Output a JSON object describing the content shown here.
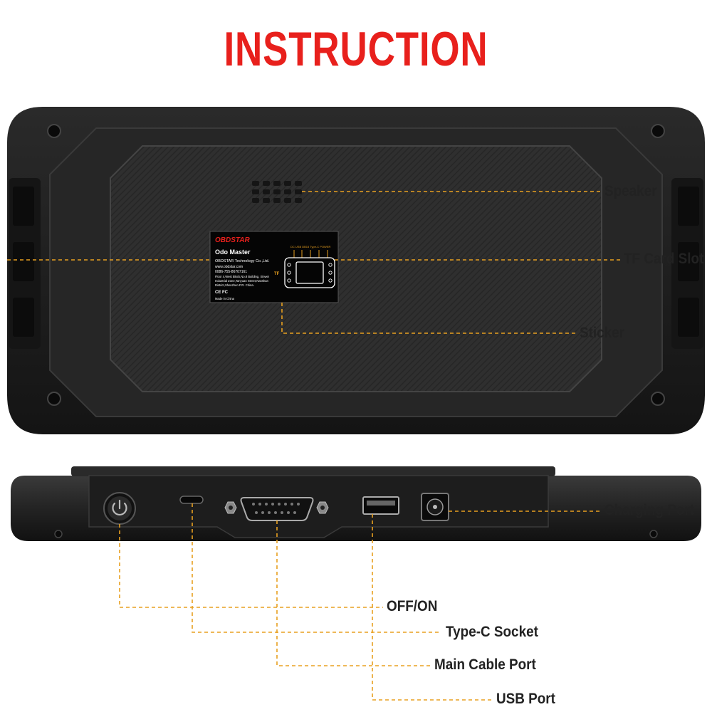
{
  "title": "INSTRUCTION",
  "colors": {
    "title": "#e8201c",
    "leader": "#e8a020",
    "device_dark": "#1b1b1b",
    "device_mid": "#2e2e2e",
    "label_text": "#222222"
  },
  "back_view": {
    "callouts": [
      {
        "id": "speaker",
        "label": "Speaker"
      },
      {
        "id": "tf-card-slot",
        "label": "TF Card Slot"
      },
      {
        "id": "sticker",
        "label": "Sticker"
      }
    ],
    "sticker": {
      "brand": "OBDSTAR",
      "model": "Odo Master",
      "company": "OBDSTAR Technology Co.,Ltd.",
      "website": "www.obdstar.com",
      "phone": "0086-755-86707161",
      "address_1": "Floor 4,West Block,No.8 Building, Xinwei",
      "address_2": "Industrial Zone,Tanyuan Street,Nanshan",
      "address_3": "District,Shenzhen P.R. China.",
      "certs": "CE FC",
      "made_in": "Made in China",
      "port_labels": "DC  USB  DB15 Type-C POWER",
      "tf_label": "TF"
    }
  },
  "side_view": {
    "callouts": [
      {
        "id": "charging-port",
        "label": "Charging Port"
      },
      {
        "id": "off-on",
        "label": "OFF/ON"
      },
      {
        "id": "type-c-socket",
        "label": "Type-C Socket"
      },
      {
        "id": "main-cable-port",
        "label": "Main Cable Port"
      },
      {
        "id": "usb-port",
        "label": "USB Port"
      }
    ]
  }
}
